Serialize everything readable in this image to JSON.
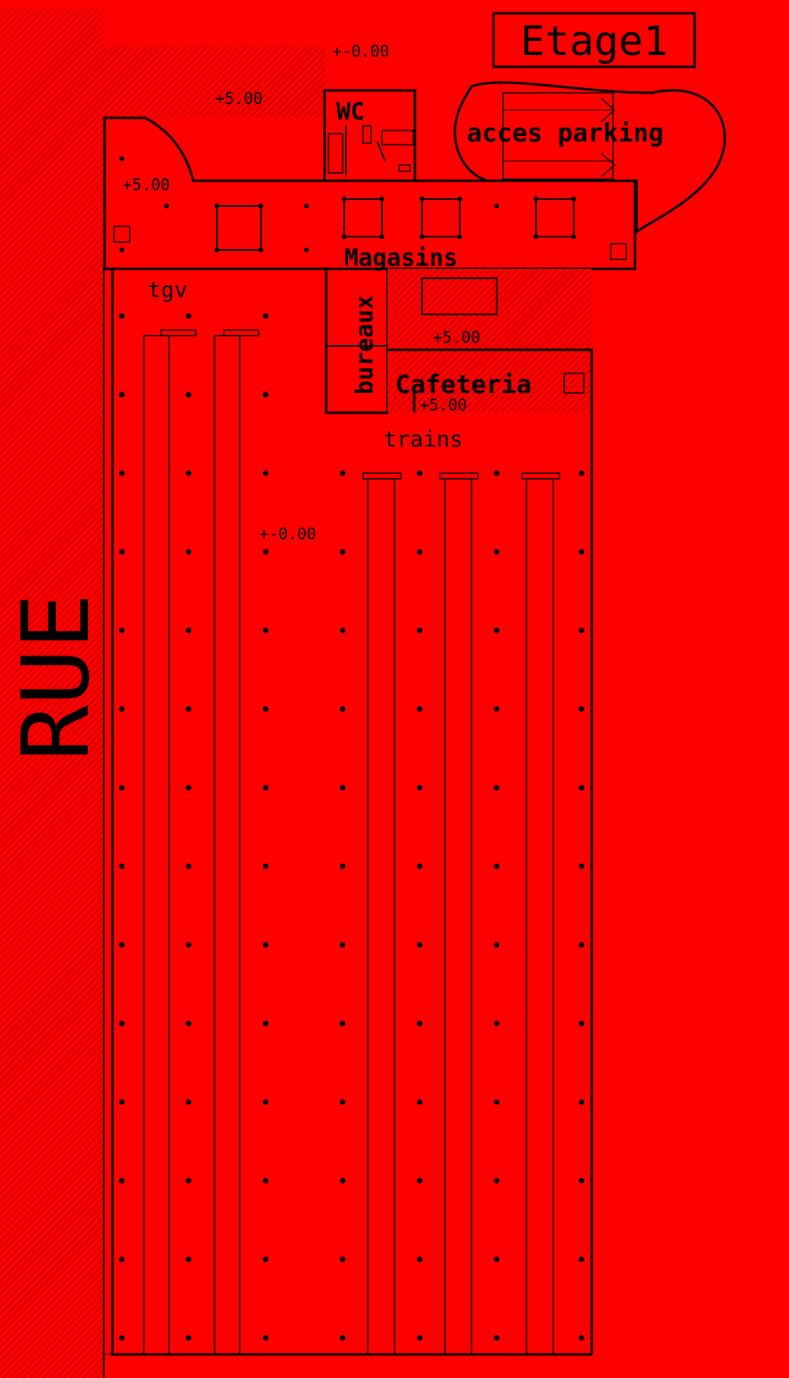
{
  "colors": {
    "background": "#ff0000",
    "ink": "#000000"
  },
  "plan": {
    "title": "Etage1",
    "street_label": "RUE",
    "rooms": {
      "wc": "WC",
      "shops": "Magasins",
      "offices": "bureaux",
      "cafeteria": "Cafeteria",
      "parking_access": "acces parking",
      "tgv": "tgv",
      "trains": "trains"
    },
    "levels": {
      "top_right": "+-0.00",
      "upper_block": "+5.00",
      "left_block": "+5.00",
      "mezzanine": "+5.00",
      "cafeteria": "+5.00",
      "platform_hall": "+-0.00"
    }
  }
}
